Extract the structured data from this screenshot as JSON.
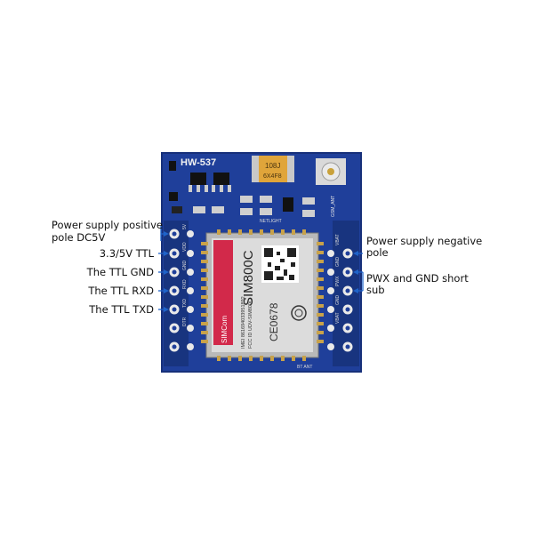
{
  "board": {
    "model_label": "HW-537",
    "chip_label": "SIM800C",
    "capacitor_text": "108J",
    "capacitor_text2": "6X4F8",
    "imei_text": "IMEI 861694033951892",
    "fcc_text": "FCC ID UDV-SIM800C",
    "ce_text": "CE0678",
    "brand_text": "SIMCom",
    "antenna_text": "GSM_ANT",
    "bottom_text": "BT ANT",
    "network_text": "NETLIGHT",
    "pin_labels_left": [
      "5V",
      "VDD",
      "GND",
      "RXD",
      "TXD",
      "DTR"
    ],
    "pin_labels_right": [
      "VBAT",
      "GND",
      "PWX",
      "GND",
      "VBAT"
    ],
    "colors": {
      "pcb": "#1f3f9a",
      "pad": "#e9e9e9",
      "module": "#d2d2d2",
      "brand": "#d2294a"
    }
  },
  "labels": {
    "left": [
      {
        "text_line1": "Power supply positive",
        "text_line2": "pole DC5V"
      },
      {
        "text_line1": "3.3/5V TTL"
      },
      {
        "text_line1": "The TTL GND"
      },
      {
        "text_line1": "The TTL RXD"
      },
      {
        "text_line1": "The TTL TXD"
      }
    ],
    "right": [
      {
        "text_line1": "Power supply negative",
        "text_line2": "pole"
      },
      {
        "text_line1": "PWX and GND short",
        "text_line2": "sub"
      }
    ]
  },
  "colors": {
    "leader_line": "#1f63c9"
  }
}
